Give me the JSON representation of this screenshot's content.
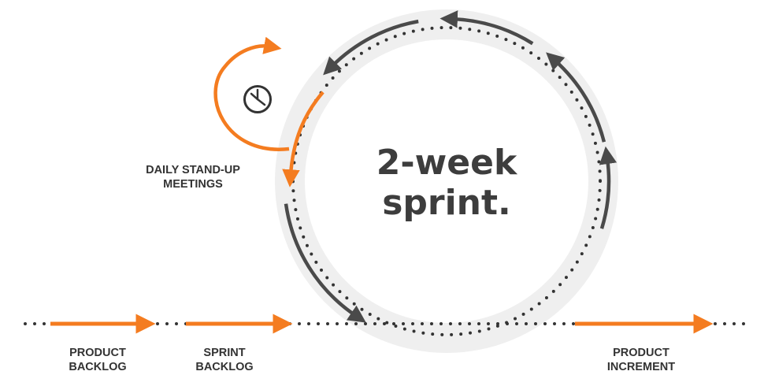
{
  "sprint": {
    "title_line1": "2-week",
    "title_line2": "sprint."
  },
  "standup": {
    "label_line1": "DAILY STAND-UP",
    "label_line2": "MEETINGS",
    "icon": "clock-icon"
  },
  "stages": {
    "product_backlog": {
      "line1": "PRODUCT",
      "line2": "BACKLOG"
    },
    "sprint_backlog": {
      "line1": "SPRINT",
      "line2": "BACKLOG"
    },
    "product_increment": {
      "line1": "PRODUCT",
      "line2": "INCREMENT"
    }
  },
  "colors": {
    "accent": "#f47c20",
    "arrow_dark": "#4a4a4a",
    "ring": "#efefef",
    "dots": "#333333"
  }
}
